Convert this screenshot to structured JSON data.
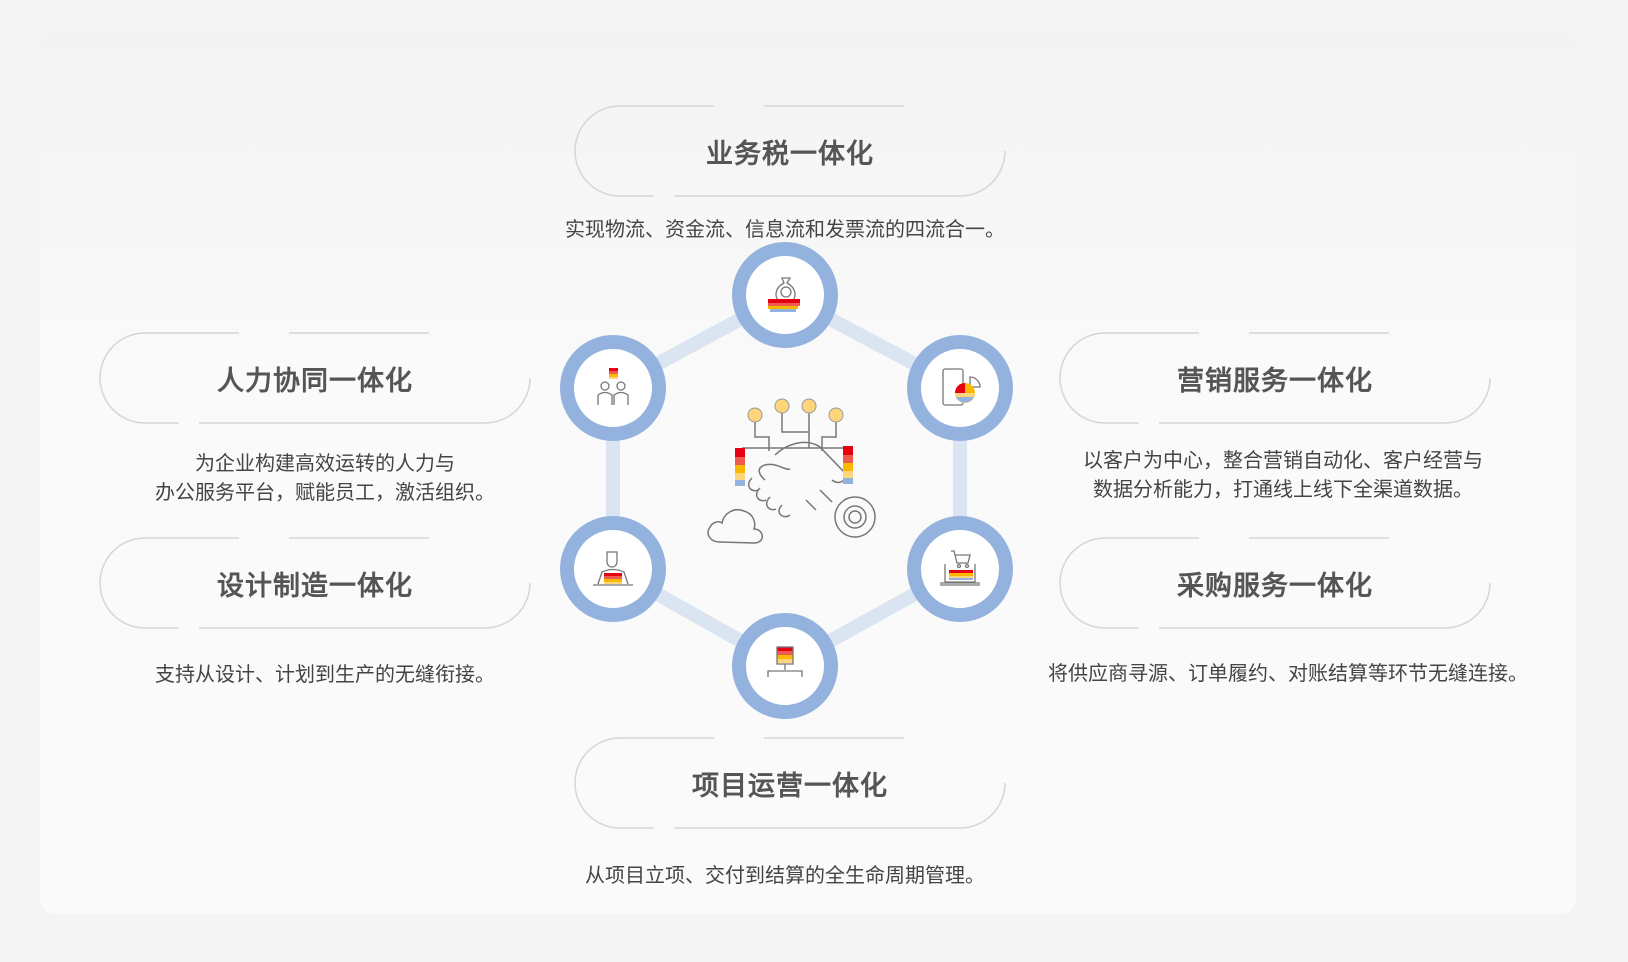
{
  "center": {
    "icon": "handshake-network-icon"
  },
  "items": [
    {
      "title": "业务税一体化",
      "desc": [
        "实现物流、资金流、信息流和发票流的四流合一。"
      ],
      "icon": "money-bag-hand-icon"
    },
    {
      "title": "人力协同一体化",
      "desc": [
        "为企业构建高效运转的人力与",
        "办公服务平台，赋能员工，激活组织。"
      ],
      "icon": "team-people-icon"
    },
    {
      "title": "营销服务一体化",
      "desc": [
        "以客户为中心，整合营销自动化、客户经营与",
        "数据分析能力，打通线上线下全渠道数据。"
      ],
      "icon": "mobile-chart-icon"
    },
    {
      "title": "设计制造一体化",
      "desc": [
        "支持从设计、计划到生产的无缝衔接。"
      ],
      "icon": "designer-laptop-icon"
    },
    {
      "title": "采购服务一体化",
      "desc": [
        "将供应商寻源、订单履约、对账结算等环节无缝连接。"
      ],
      "icon": "shopping-cart-laptop-icon"
    },
    {
      "title": "项目运营一体化",
      "desc": [
        "从项目立项、交付到结算的全生命周期管理。"
      ],
      "icon": "project-hierarchy-icon"
    }
  ],
  "colors": {
    "ring": "#93b3de",
    "link": "#dbe5f2",
    "title": "#555555",
    "text": "#444444"
  }
}
